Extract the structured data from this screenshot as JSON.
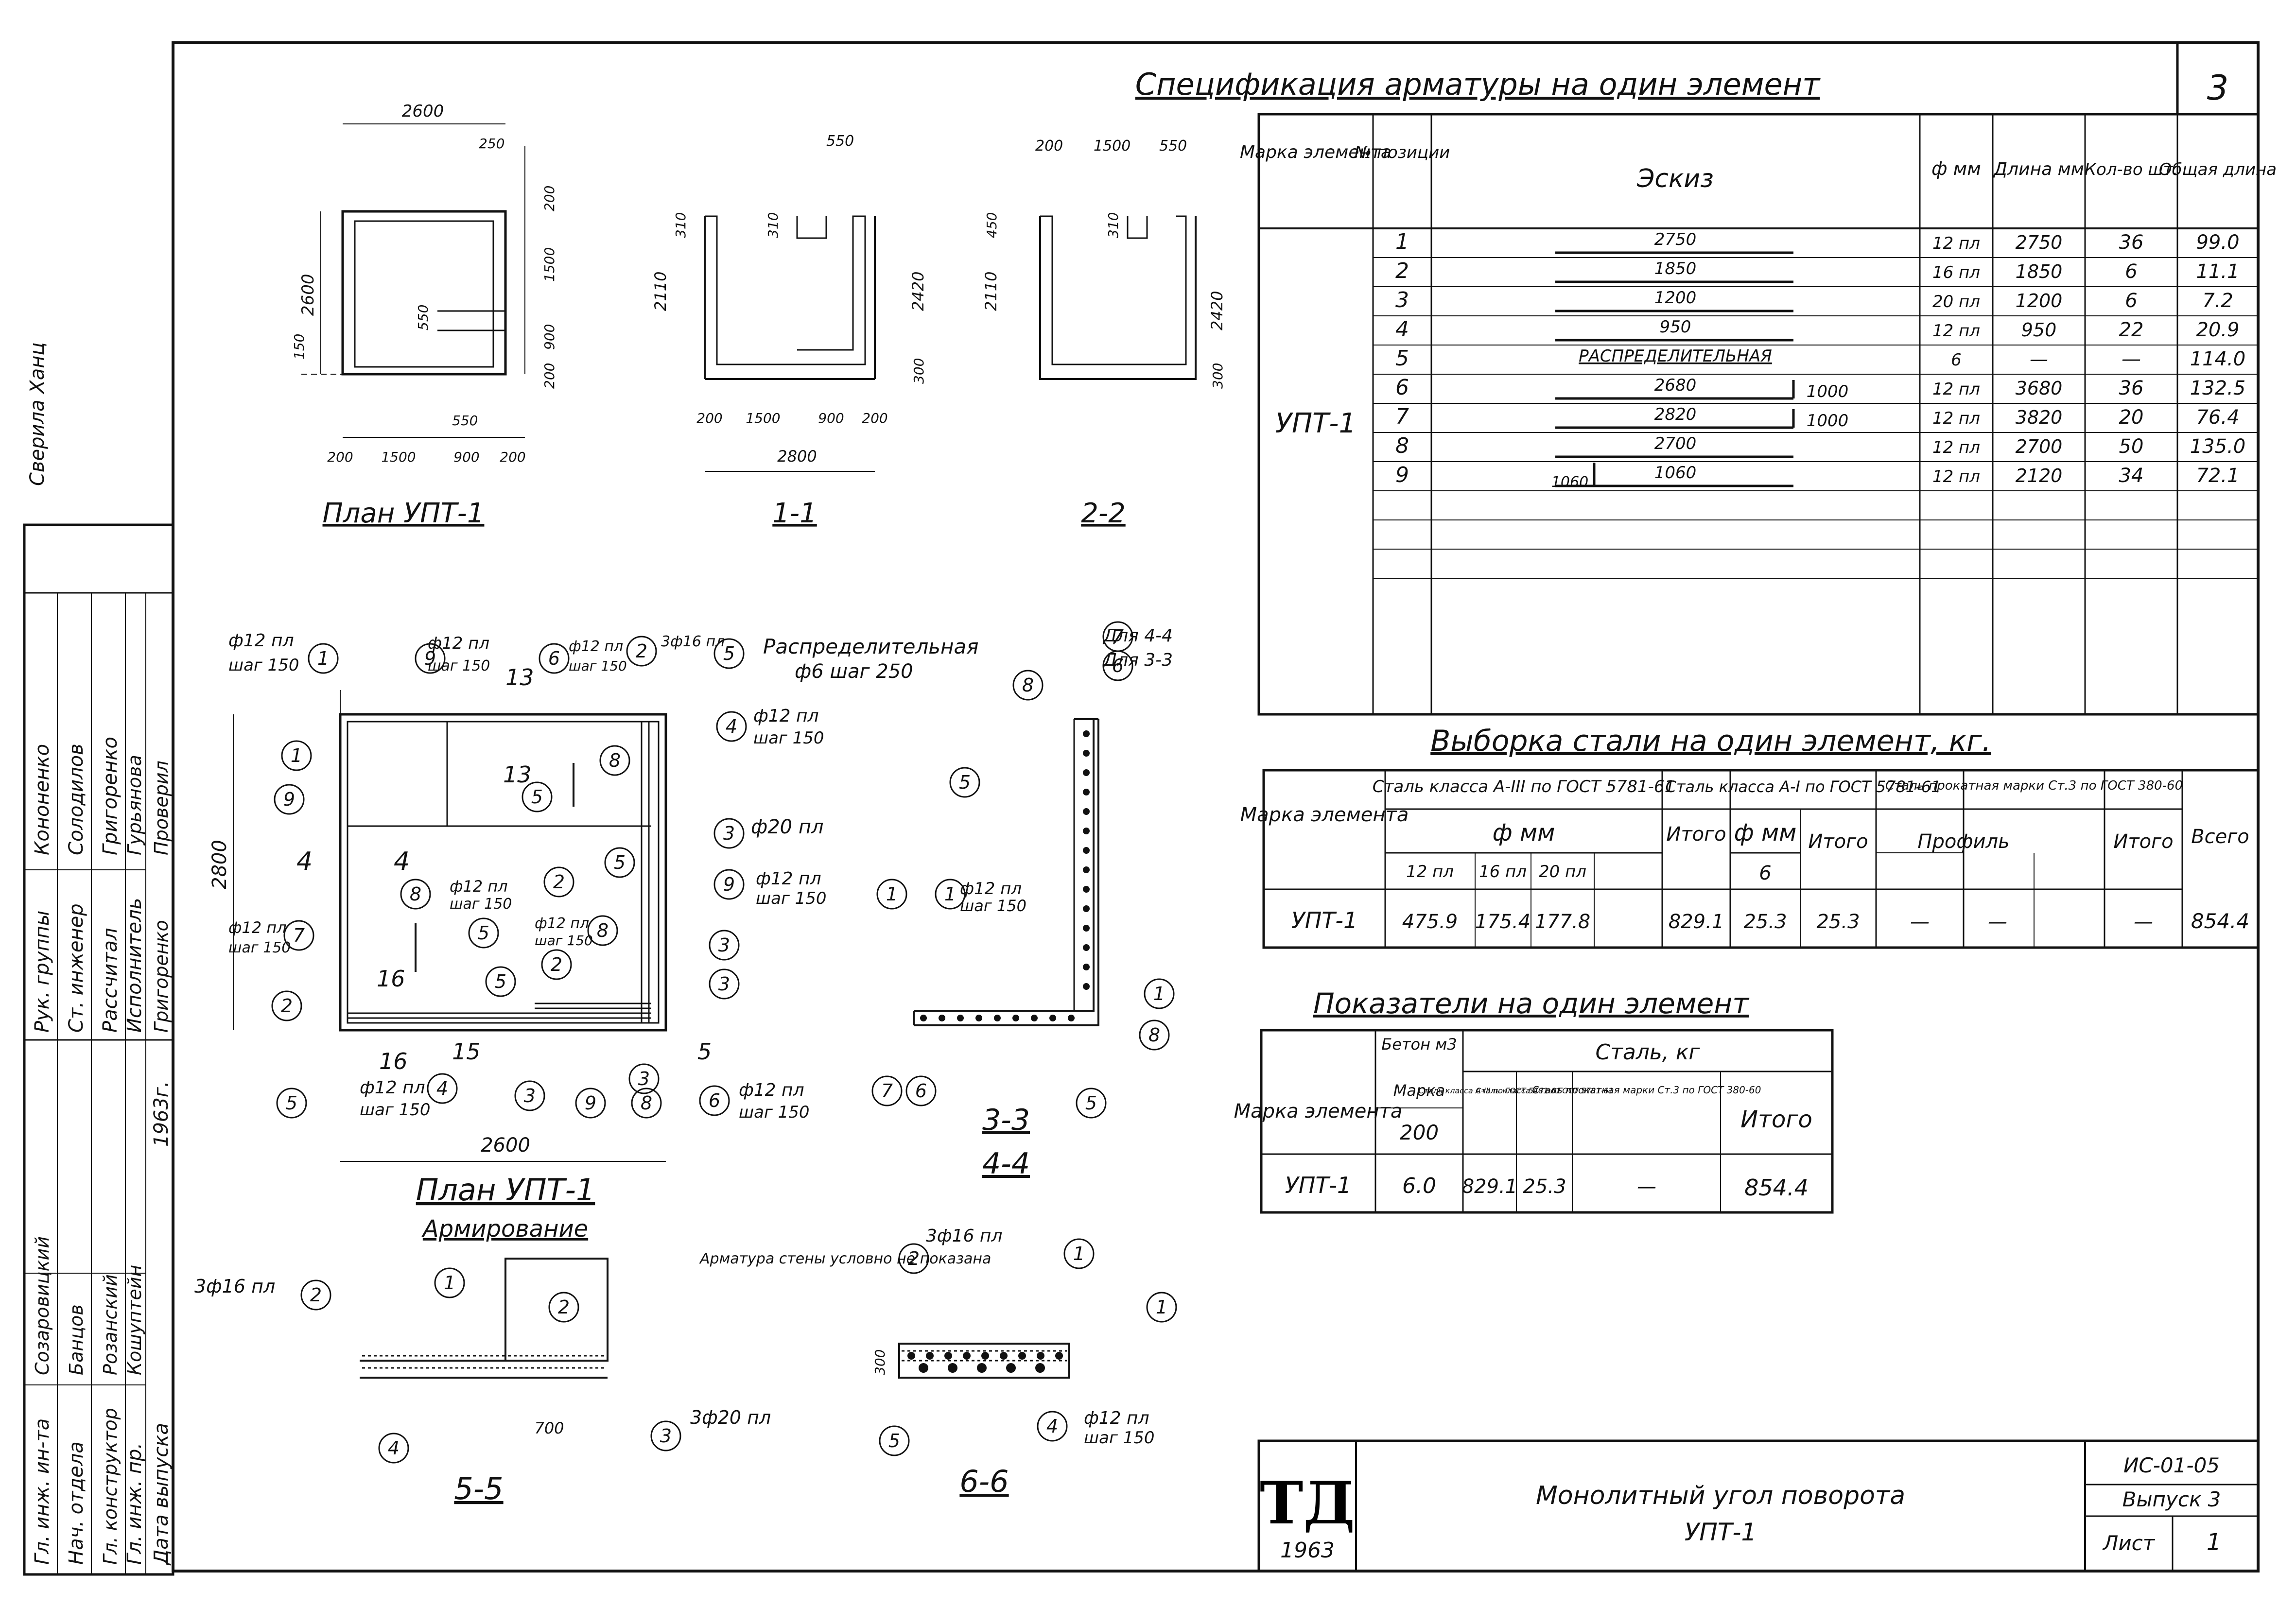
{
  "sheet_number": "3",
  "handwritten_signature": "Сверила Ханц",
  "spec": {
    "title": "Спецификация арматуры на один элемент",
    "headers": [
      "Марка элемента",
      "№ позиции",
      "Эскиз",
      "ф мм",
      "Длина мм",
      "Кол-во шт.",
      "Общая длина"
    ],
    "element": "УПТ-1",
    "rows": [
      {
        "pos": "1",
        "sketch": "2750",
        "dia": "12 пл",
        "length": "2750",
        "qty": "36",
        "total": "99.0"
      },
      {
        "pos": "2",
        "sketch": "1850",
        "dia": "16 пл",
        "length": "1850",
        "qty": "6",
        "total": "11.1"
      },
      {
        "pos": "3",
        "sketch": "1200",
        "dia": "20 пл",
        "length": "1200",
        "qty": "6",
        "total": "7.2"
      },
      {
        "pos": "4",
        "sketch": "950",
        "dia": "12 пл",
        "length": "950",
        "qty": "22",
        "total": "20.9"
      },
      {
        "pos": "5",
        "sketch": "РАСПРЕДЕЛИТЕЛЬНАЯ",
        "dia": "6",
        "length": "—",
        "qty": "—",
        "total": "114.0"
      },
      {
        "pos": "6",
        "sketch": "2680",
        "hook": "1000",
        "dia": "12 пл",
        "length": "3680",
        "qty": "36",
        "total": "132.5"
      },
      {
        "pos": "7",
        "sketch": "2820",
        "hook": "1000",
        "dia": "12 пл",
        "length": "3820",
        "qty": "20",
        "total": "76.4"
      },
      {
        "pos": "8",
        "sketch": "2700",
        "dia": "12 пл",
        "length": "2700",
        "qty": "50",
        "total": "135.0"
      },
      {
        "pos": "9",
        "sketch": "1060",
        "hook": "1060",
        "dia": "12 пл",
        "length": "2120",
        "qty": "34",
        "total": "72.1"
      }
    ]
  },
  "steel": {
    "title": "Выборка стали на один элемент, кг.",
    "h_mark": "Марка элемента",
    "h_a3": "Сталь класса А-III по ГОСТ 5781-61",
    "h_a1": "Сталь класса А-I по ГОСТ 5781-61",
    "h_rolled": "Сталь прокатная марки Ст.3 по ГОСТ 380-60",
    "h_total_all": "Всего",
    "h_phi": "ф мм",
    "h_total": "Итого",
    "h_profile": "Профиль",
    "d1": "12 пл",
    "d2": "16 пл",
    "d3": "20 пл",
    "d4": "6",
    "row": {
      "mark": "УПТ-1",
      "v1": "475.9",
      "v2": "175.4",
      "v3": "177.8",
      "sum3": "829.1",
      "v6": "25.3",
      "sum1": "25.3",
      "prof": "—",
      "prof2": "—",
      "sumr": "—",
      "all": "854.4"
    }
  },
  "indicators": {
    "title": "Показатели на один элемент",
    "h_mark": "Марка элемента",
    "h_concrete": "Бетон м3",
    "h_steel": "Сталь, кг",
    "h_grade": "Марка",
    "grade": "200",
    "h_a3": "Сталь класса А-III по ГОСТ 5781-61",
    "h_a1": "Сталь класса А-I по ГОСТ 5781-61",
    "h_rolled": "Сталь прокатная марки Ст.3 по ГОСТ 380-60",
    "h_total": "Итого",
    "row": {
      "mark": "УПТ-1",
      "concrete": "6.0",
      "a3": "829.1",
      "a1": "25.3",
      "rolled": "—",
      "total": "854.4"
    }
  },
  "title_block": {
    "logo": "ТД",
    "year": "1963",
    "name1": "Монолитный угол поворота",
    "name2": "УПТ-1",
    "code": "ИС-01-05",
    "issue": "Выпуск 3",
    "sheet_label": "Лист",
    "sheet": "1"
  },
  "stamp": {
    "roles": [
      "Гл. инж. ин-та",
      "Нач. отдела",
      "Гл. конструктор",
      "Гл. инж. пр.",
      "Рук. группы",
      "Ст. инженер",
      "Рассчитал",
      "Исполнитель",
      "Проверил"
    ],
    "names": [
      "Созаровицкий",
      "Банцов",
      "Розанский",
      "Кошуптейн",
      "Кононенко",
      "Солодилов",
      "Григоренко",
      "Гурьянова",
      "Григоренко"
    ],
    "date_label": "Дата выпуска",
    "date": "1963г."
  },
  "views": {
    "plan_top": "План УПТ-1",
    "sec11": "1-1",
    "sec22": "2-2",
    "plan_reinf": "План УПТ-1",
    "plan_reinf_sub": "Армирование",
    "sec33": "3-3",
    "sec44": "4-4",
    "sec55": "5-5",
    "sec66": "6-6",
    "note_wall": "Арматура стены условно не показана",
    "distrib": "Распределительная",
    "distrib_step": "ф6 шаг 250",
    "for44": "Для 4-4",
    "for33": "Для 3-3"
  },
  "callouts": {
    "c12_150": "ф12 пл",
    "step150": "шаг 150",
    "c20": "ф20 пл",
    "c3f16": "3ф16 пл",
    "c3f20": "3ф20 пл"
  },
  "dims": {
    "d2600": "2600",
    "d250": "250",
    "d200": "200",
    "d1500": "1500",
    "d900": "900",
    "d550": "550",
    "d150": "150",
    "d2110": "2110",
    "d2420": "2420",
    "d310": "310",
    "d300": "300",
    "d2800": "2800",
    "d450": "450",
    "d700": "700"
  },
  "marks": {
    "m1": "1",
    "m2": "2",
    "m3": "3",
    "m4": "4",
    "m5": "5",
    "m6": "6",
    "m7": "7",
    "m8": "8",
    "m9": "9",
    "cut13": "13",
    "cut16": "16",
    "cut15": "15",
    "cut5": "5",
    "cut4": "4"
  }
}
